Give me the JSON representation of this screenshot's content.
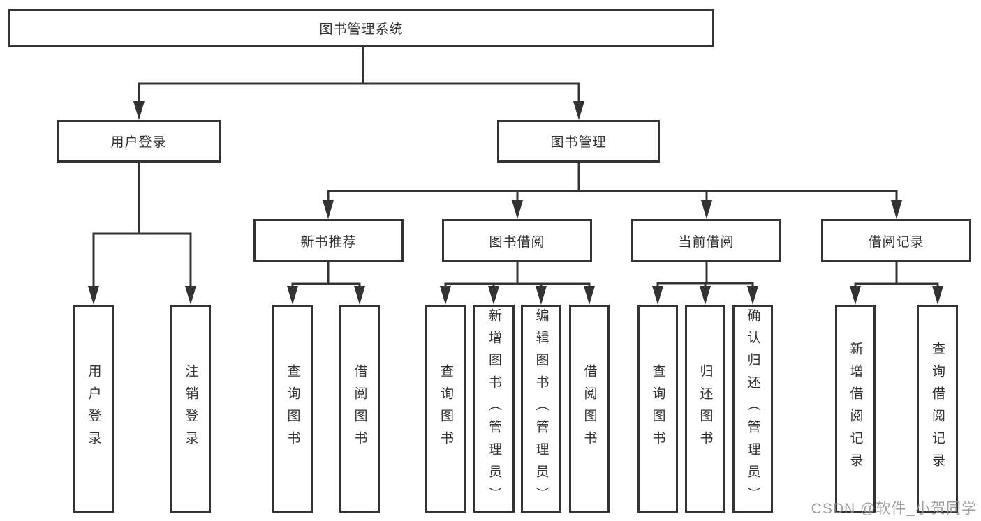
{
  "page": {
    "background_color": "#ffffff",
    "line_color": "#333333",
    "watermark": "CSDN @软件_小贺同学"
  },
  "diagram": {
    "type": "hierarchy-tree",
    "nodes": {
      "root": {
        "label": "图书管理系统"
      },
      "level2": [
        {
          "label": "用户登录",
          "parent": "图书管理系统"
        },
        {
          "label": "图书管理",
          "parent": "图书管理系统"
        }
      ],
      "level3": [
        {
          "label": "新书推荐",
          "parent": "图书管理"
        },
        {
          "label": "图书借阅",
          "parent": "图书管理"
        },
        {
          "label": "当前借阅",
          "parent": "图书管理"
        },
        {
          "label": "借阅记录",
          "parent": "图书管理"
        }
      ],
      "leaves": [
        {
          "label": "用户登录",
          "parent": "用户登录"
        },
        {
          "label": "注销登录",
          "parent": "用户登录"
        },
        {
          "label": "查询图书",
          "parent": "新书推荐"
        },
        {
          "label": "借阅图书",
          "parent": "新书推荐"
        },
        {
          "label": "查询图书",
          "parent": "图书借阅"
        },
        {
          "label": "新增图书（管理员）",
          "parent": "图书借阅"
        },
        {
          "label": "编辑图书（管理员）",
          "parent": "图书借阅"
        },
        {
          "label": "借阅图书",
          "parent": "图书借阅"
        },
        {
          "label": "查询图书",
          "parent": "当前借阅"
        },
        {
          "label": "归还图书",
          "parent": "当前借阅"
        },
        {
          "label": "确认归还（管理员）",
          "parent": "当前借阅"
        },
        {
          "label": "新增借阅记录",
          "parent": "借阅记录"
        },
        {
          "label": "查询借阅记录",
          "parent": "借阅记录"
        }
      ]
    }
  }
}
